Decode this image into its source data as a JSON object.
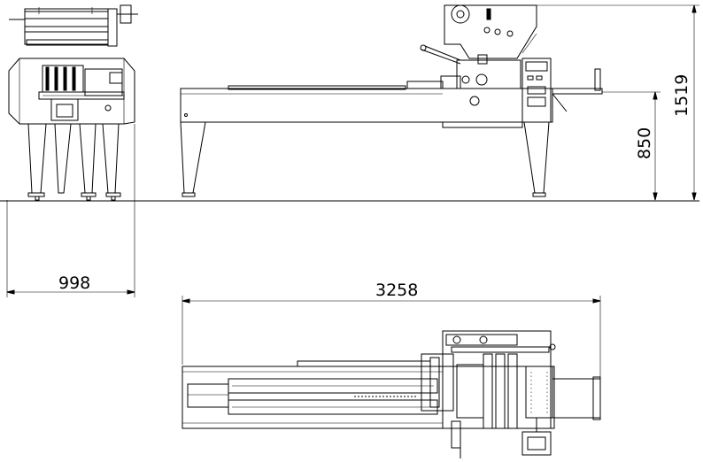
{
  "dimensions": {
    "width_side": "998",
    "length_total": "3258",
    "table_height": "850",
    "overall_height": "1519"
  },
  "colors": {
    "line": "#000000",
    "background": "#ffffff"
  }
}
